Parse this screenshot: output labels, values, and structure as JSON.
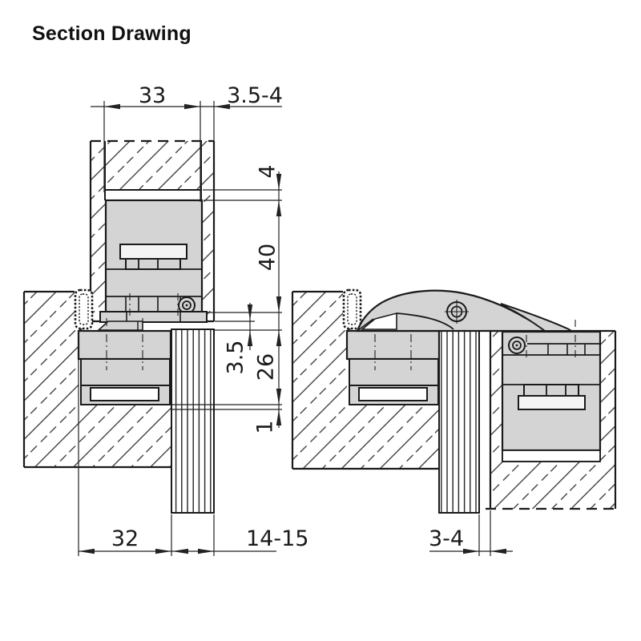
{
  "title": "Section Drawing",
  "drawing_type": "concealed hinge installation section, closed and open position views",
  "dimensions": {
    "mortise_width": "33",
    "door_lip_thickness": "3.5-4",
    "top_clearance": "4",
    "cup_height": "40",
    "rebate_gap": "3.5",
    "recess_height": "26",
    "flap_step": "1",
    "frame_to_seal": "32",
    "seal_width": "14-15",
    "open_gap": "3-4"
  },
  "colors": {
    "part_fill": "#d4d4d4",
    "outline": "#1a1a1a",
    "dimension_lines": "#222222",
    "background": "#ffffff"
  }
}
